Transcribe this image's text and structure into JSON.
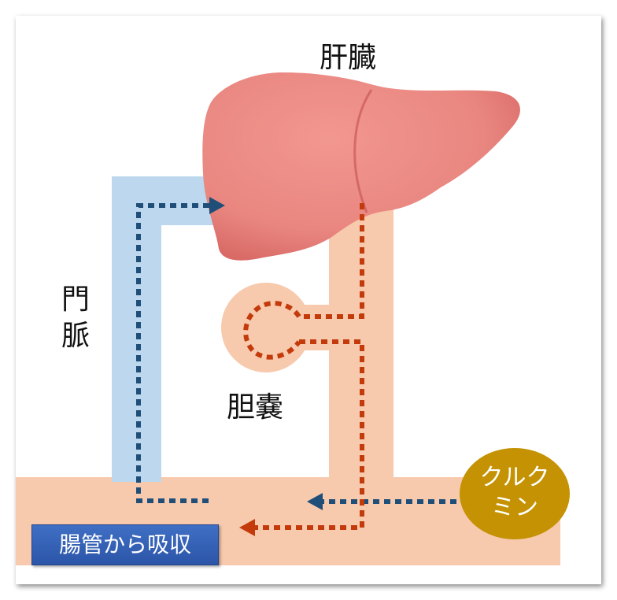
{
  "labels": {
    "liver": "肝臓",
    "portal_vein": "門脈",
    "gallbladder": "胆嚢",
    "intestine": "腸管から吸収",
    "curcumin": "クルクミン"
  },
  "colors": {
    "intestine_band": "#f7c9ad",
    "portal_vein": "#bdd7ee",
    "bile_duct": "#f7c9ad",
    "liver": "#ec8a84",
    "curcumin": "#c49202",
    "blue_flow": "#1f4e79",
    "red_flow": "#c33a0b",
    "label_box": "#3461b6"
  }
}
